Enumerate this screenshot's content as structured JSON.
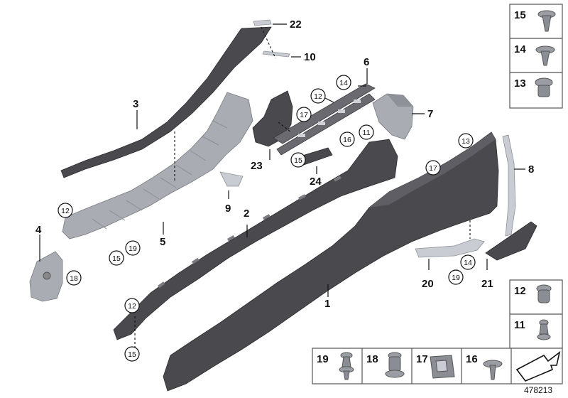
{
  "diagram_id": "478213",
  "callouts": {
    "c1": "1",
    "c2": "2",
    "c3": "3",
    "c4": "4",
    "c5": "5",
    "c6": "6",
    "c7": "7",
    "c8": "8",
    "c9": "9",
    "c10": "10",
    "c20": "20",
    "c21": "21",
    "c22": "22",
    "c23": "23",
    "c24": "24"
  },
  "circled": {
    "a11": "11",
    "a12_top": "12",
    "a12_left": "12",
    "a12_bottom": "12",
    "a13": "13",
    "a14_top": "14",
    "a14_bottom": "14",
    "a15_left": "15",
    "a15_bottom": "15",
    "a15_mid": "15",
    "a16": "16",
    "a17_top": "17",
    "a17_right": "17",
    "a18": "18",
    "a19_left": "19",
    "a19_bottom": "19"
  },
  "fastener_boxes": {
    "right_column": [
      "15",
      "14",
      "13"
    ],
    "right_pair": [
      "12",
      "11"
    ],
    "bottom_row": [
      "19",
      "18",
      "17",
      "16"
    ]
  },
  "colors": {
    "part_dark": "#4a4a4e",
    "part_light": "#a9acb2",
    "frame": "#555555"
  },
  "icons": {
    "next_arrow": "arrow-icon"
  }
}
